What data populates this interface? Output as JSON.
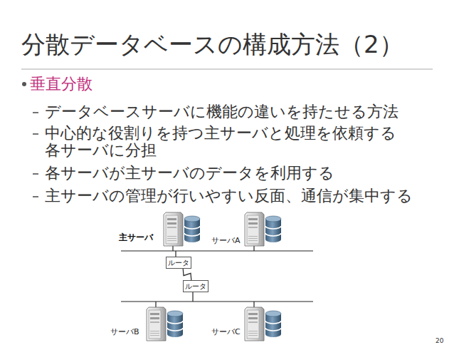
{
  "diagram": {
    "title": "分散データベースの構成方法（2）",
    "nodes": [
      {
        "text": [
          "ルータ"
        ]
      },
      {
        "text": [
          "ルータ"
        ]
      }
    ],
    "edges": [
      {
        "from": 0,
        "to": 1,
        "arrow": "none"
      }
    ],
    "labels": [
      "垂直分散",
      "データベースサーバに機能の違いを持たせる方法",
      "中心的な役割りを持つ主サーバと処理を依頼する各サーバに分担",
      "各サーバが主サーバのデータを利用する",
      "主サーバの管理が行いやすい反面、通信が集中する",
      "主サーバ",
      "サーバA",
      "サーバB",
      "サーバC",
      "20"
    ]
  }
}
